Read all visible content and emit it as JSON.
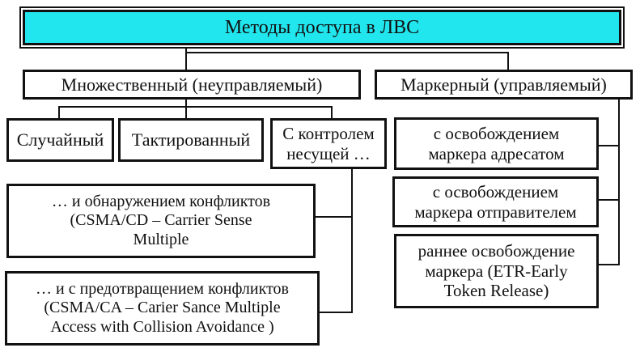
{
  "diagram": {
    "root": "Методы доступа в ЛВС",
    "multiple": "Множественный (неуправляемый)",
    "token": "Маркерный (управляемый)",
    "random": "Случайный",
    "clocked": "Тактированный",
    "carrier": [
      "С контролем",
      "несущей …"
    ],
    "cd": [
      "… и обнаружением конфликтов",
      "(CSMA/CD – Carrier Sense",
      "Multiple"
    ],
    "ca": [
      "… и с предотвращением конфликтов",
      "(CSMA/CA – Carier Sance Multiple",
      "Access with Collision Avoidance )"
    ],
    "by_recipient": [
      "с освобождением",
      "маркера адресатом"
    ],
    "by_sender": [
      "с освобождением",
      "маркера отправителем"
    ],
    "early": [
      "раннее освобождение",
      "маркера (ETR-Early",
      "Token Release)"
    ]
  },
  "colors": {
    "root_fill": "#22e6ee",
    "line": "#111111"
  }
}
